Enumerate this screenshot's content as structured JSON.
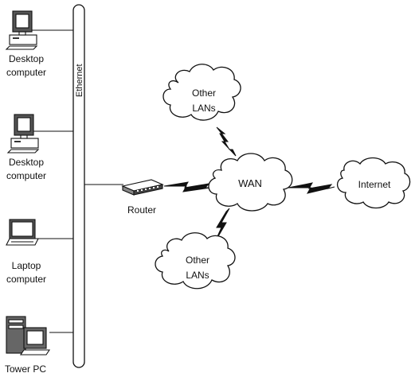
{
  "backbone": {
    "label": "Ethernet"
  },
  "devices": {
    "desktop1": {
      "line1": "Desktop",
      "line2": "computer"
    },
    "desktop2": {
      "line1": "Desktop",
      "line2": "computer"
    },
    "laptop": {
      "line1": "Laptop",
      "line2": "computer"
    },
    "tower": {
      "line1": "Tower PC"
    },
    "router": {
      "label": "Router"
    }
  },
  "clouds": {
    "wan": "WAN",
    "internet": "Internet",
    "lan_top": {
      "line1": "Other",
      "line2": "LANs"
    },
    "lan_bottom": {
      "line1": "Other",
      "line2": "LANs"
    }
  }
}
